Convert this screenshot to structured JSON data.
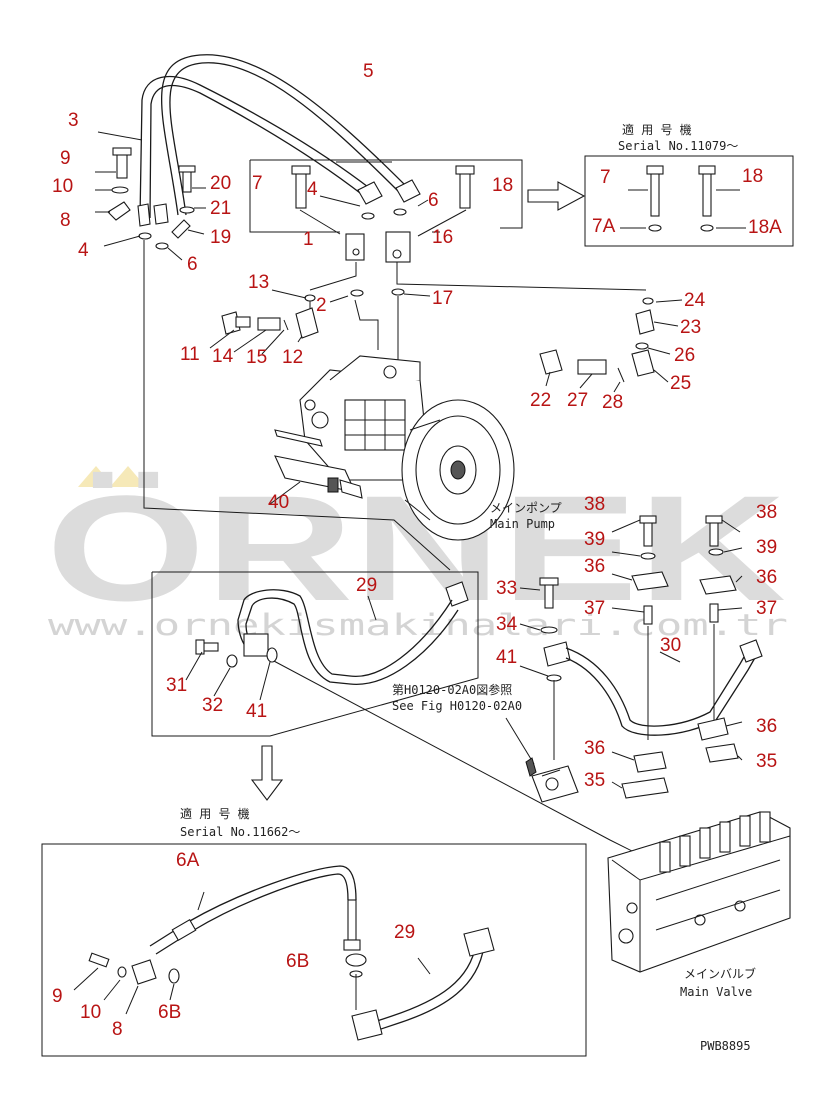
{
  "watermark": {
    "brand": "ÖRNEK",
    "url": "www.ornekismakinalari.com.tr"
  },
  "labels": {
    "main_pump_jp": "メインポンプ",
    "main_pump_en": "Main Pump",
    "main_valve_jp": "メインバルブ",
    "main_valve_en": "Main Valve",
    "serial_jp_1": "適 用 号 機",
    "serial_1": "Serial No.11079～",
    "serial_jp_2": "適 用 号 機",
    "serial_2": "Serial No.11662～",
    "see_fig_jp": "第H0120-02A0図参照",
    "see_fig_en": "See Fig H0120-02A0",
    "drawing_code": "PWB8895"
  },
  "callouts": {
    "c5": "5",
    "c3": "3",
    "c9": "9",
    "c10": "10",
    "c8": "8",
    "c4a": "4",
    "c20": "20",
    "c21": "21",
    "c19": "19",
    "c6a": "6",
    "c7a": "7",
    "c4b": "4",
    "c1": "1",
    "c6b": "6",
    "c16": "16",
    "c18a": "18",
    "c7b": "7",
    "c18b": "18",
    "c7A": "7A",
    "c18A": "18A",
    "c13": "13",
    "c2": "2",
    "c17": "17",
    "c24": "24",
    "c11": "11",
    "c14": "14",
    "c15": "15",
    "c12": "12",
    "c23": "23",
    "c26": "26",
    "c25": "25",
    "c22": "22",
    "c27": "27",
    "c28": "28",
    "c40": "40",
    "c38a": "38",
    "c39a": "39",
    "c36a": "36",
    "c38b": "38",
    "c39b": "39",
    "c36b": "36",
    "c29a": "29",
    "c33": "33",
    "c34": "34",
    "c37a": "37",
    "c37b": "37",
    "c30": "30",
    "c31": "31",
    "c32": "32",
    "c41a": "41",
    "c41b": "41",
    "c36c": "36",
    "c36d": "36",
    "c35a": "35",
    "c35b": "35",
    "c6A": "6A",
    "c6B_a": "6B",
    "c29b": "29",
    "c9b": "9",
    "c10b": "10",
    "c8b": "8",
    "c6B_b": "6B"
  }
}
